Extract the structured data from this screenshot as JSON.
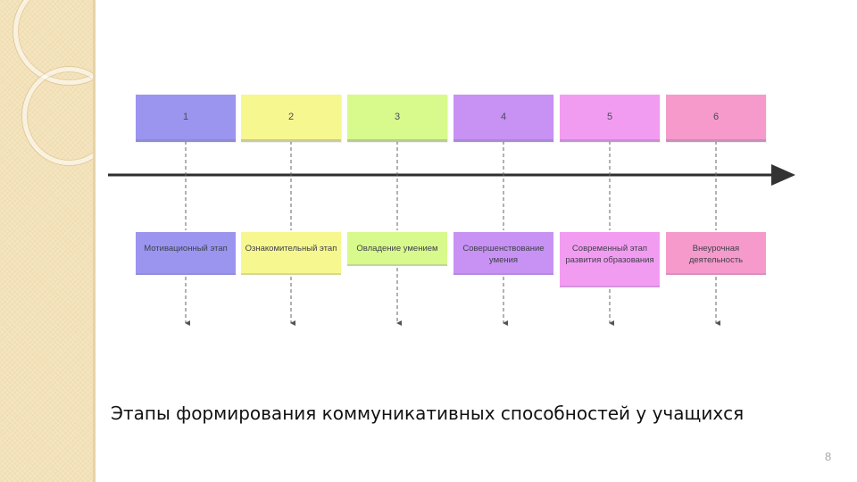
{
  "stages": [
    {
      "number": "1",
      "label": "Мотивационный этап",
      "color": "#9b95f0"
    },
    {
      "number": "2",
      "label": "Ознакомительный этап",
      "color": "#f6f78f"
    },
    {
      "number": "3",
      "label": "Овладение умением",
      "color": "#d8f98c"
    },
    {
      "number": "4",
      "label": "Совершенствование умения",
      "color": "#c792f3"
    },
    {
      "number": "5",
      "label": "Современный этап развития образования",
      "color": "#f29cf1"
    },
    {
      "number": "6",
      "label": "Внеурочная деятельность",
      "color": "#f59acb"
    }
  ],
  "caption": "Этапы формирования коммуникативных способностей у учащихся",
  "page_number": "8"
}
